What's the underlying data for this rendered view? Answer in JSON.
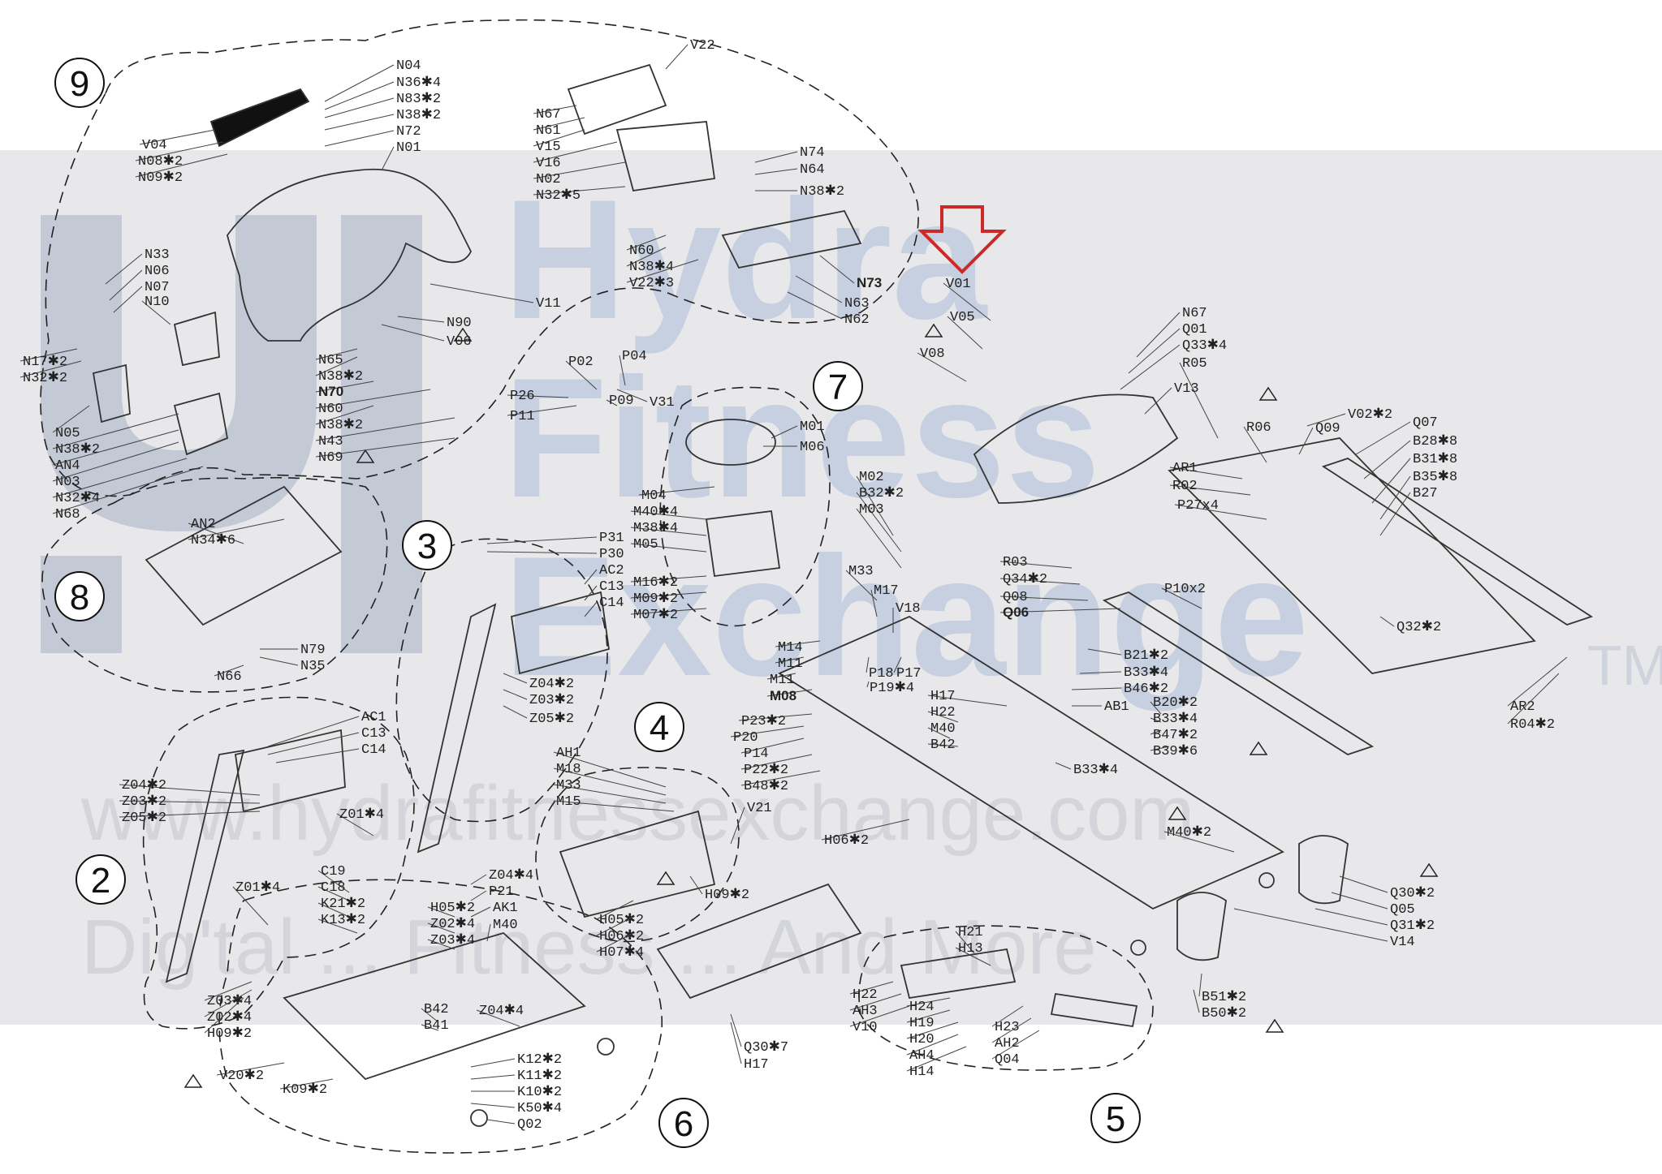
{
  "watermark": {
    "line1": "Hydra",
    "line2": "Fitness",
    "line3": "Exchange",
    "tm": "TM",
    "url": "www.hydrafitnessexchange.com",
    "tagline": "Dig'tal ... Fitness ... And More"
  },
  "group_numbers": [
    "9",
    "8",
    "7",
    "3",
    "2",
    "4",
    "6",
    "5"
  ],
  "labels": [
    "V22",
    "N67",
    "N61",
    "V15",
    "V16",
    "N02",
    "N32✱5",
    "N74",
    "N64",
    "N38✱2",
    "N60",
    "N38✱4",
    "V22✱3",
    "N73",
    "N63",
    "N62",
    "V01",
    "N04",
    "N36✱4",
    "N83✱2",
    "N38✱2",
    "N72",
    "N01",
    "V04",
    "N08✱2",
    "N09✱2",
    "V11",
    "N33",
    "N06",
    "N07",
    "N10",
    "N17✱2",
    "N32✱2",
    "N90",
    "V06",
    "N65",
    "N38✱2",
    "N70",
    "N60",
    "N38✱2",
    "N43",
    "N69",
    "N05",
    "N38✱2",
    "AN4",
    "N03",
    "N32✱4",
    "N68",
    "AN2",
    "N34✱6",
    "N79",
    "N35",
    "N66",
    "P02",
    "P04",
    "P26",
    "P11",
    "P09",
    "V31",
    "M01",
    "M06",
    "M04",
    "M40✱4",
    "M38✱4",
    "M05",
    "M16✱2",
    "M09✱2",
    "M07✱2",
    "M02",
    "B32✱2",
    "M03",
    "M33",
    "M17",
    "V18",
    "P31",
    "P30",
    "AC2",
    "C13",
    "C14",
    "Z04✱2",
    "Z03✱2",
    "Z05✱2",
    "V05",
    "V08",
    "N67",
    "Q01",
    "Q33✱4",
    "R05",
    "V13",
    "R06",
    "Q09",
    "V02✱2",
    "Q07",
    "B28✱8",
    "B31✱8",
    "B35✱8",
    "B27",
    "AR1",
    "R02",
    "P27x4",
    "R03",
    "Q34✱2",
    "Q08",
    "Q06",
    "P10x2",
    "Q32✱2",
    "M14",
    "M11",
    "M11",
    "M08",
    "P18",
    "P17",
    "P19✱4",
    "B21✱2",
    "B33✱4",
    "B46✱2",
    "H17",
    "H22",
    "M40",
    "B42",
    "AB1",
    "B20✱2",
    "B33✱4",
    "B47✱2",
    "B39✱6",
    "AR2",
    "R04✱2",
    "P23✱2",
    "P20",
    "P14",
    "P22✱2",
    "B48✱2",
    "B33✱4",
    "AC1",
    "C13",
    "C14",
    "Z04✱2",
    "Z03✱2",
    "Z05✱2",
    "Z01✱4",
    "AH1",
    "M18",
    "M33",
    "M15",
    "V21",
    "H09✱2",
    "H05✱2",
    "H06✱2",
    "H07✱4",
    "H06✱2",
    "M40✱2",
    "Q30✱2",
    "Q05",
    "Q31✱2",
    "V14",
    "Z01✱4",
    "C19",
    "C18",
    "K21✱2",
    "K13✱2",
    "H05✱2",
    "Z02✱4",
    "Z03✱4",
    "Z04✱4",
    "P21",
    "AK1",
    "M40",
    "B42",
    "B41",
    "Z04✱4",
    "Z03✱4",
    "Z02✱4",
    "H09✱2",
    "V20✱2",
    "K09✱2",
    "K12✱2",
    "K11✱2",
    "K10✱2",
    "K50✱4",
    "Q02",
    "Q30✱7",
    "H17",
    "H21",
    "H13",
    "H22",
    "AH3",
    "V10",
    "H24",
    "H19",
    "H20",
    "AH4",
    "H14",
    "H23",
    "AH2",
    "Q04",
    "B51✱2",
    "B50✱2"
  ]
}
